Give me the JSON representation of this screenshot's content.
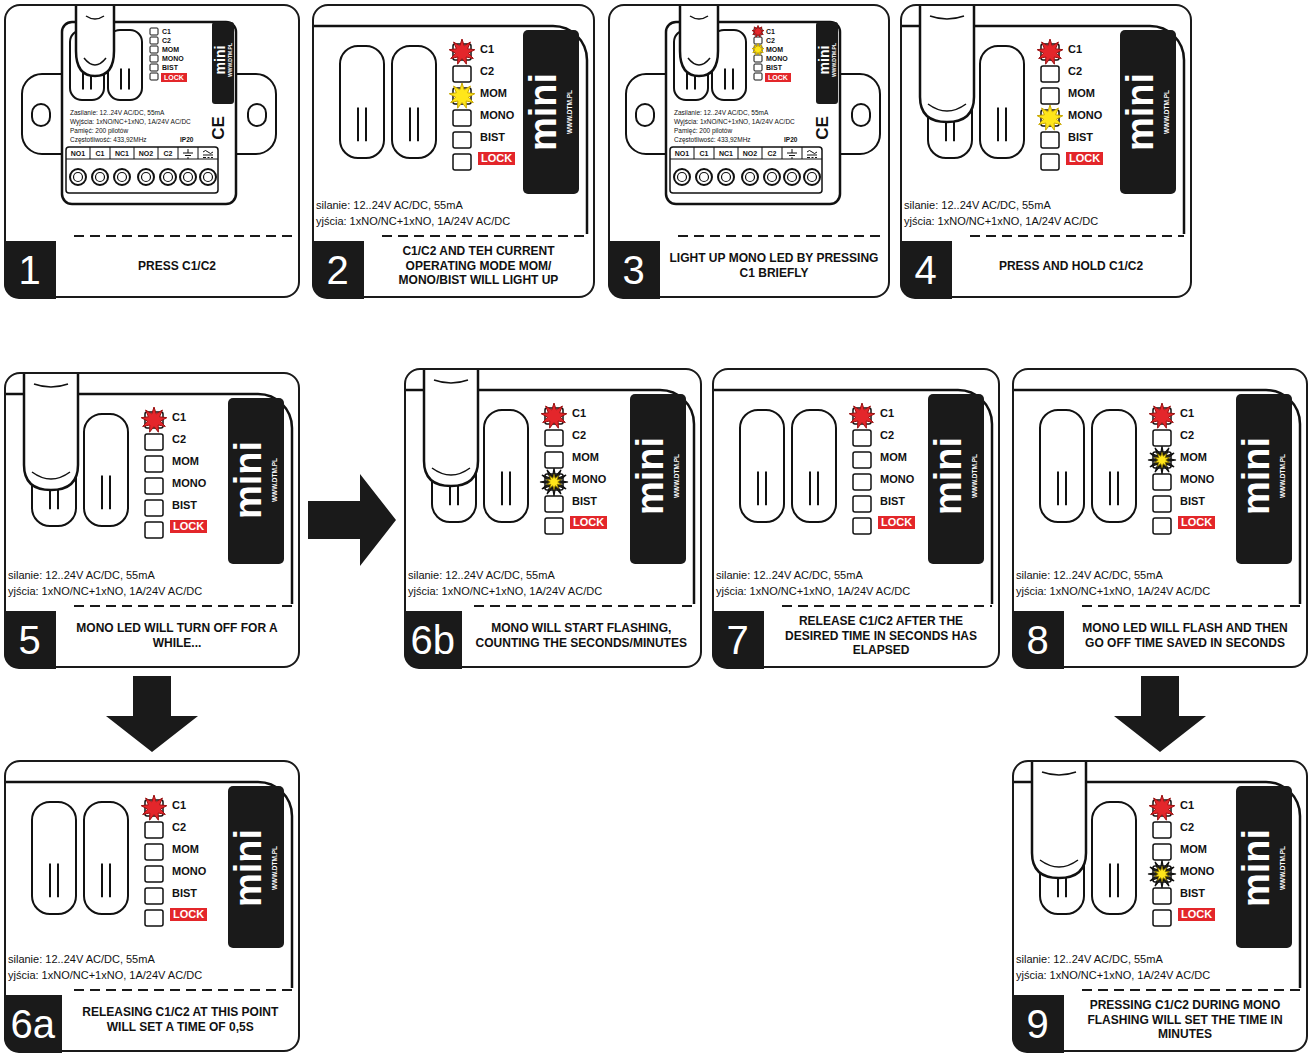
{
  "diagram": {
    "nodes": [
      {
        "text": [
          "1",
          "PRESS C1/C2"
        ]
      },
      {
        "text": [
          "2",
          "C1/C2 AND TEH CURRENT OPERATING MODE MOM/ MONO/BIST WILL LIGHT UP"
        ]
      },
      {
        "text": [
          "3",
          "LIGHT UP MONO LED BY PRESSING C1 BRIEFLY"
        ]
      },
      {
        "text": [
          "4",
          "PRESS AND HOLD C1/C2"
        ]
      },
      {
        "text": [
          "5",
          "MONO LED WILL TURN OFF FOR A WHILE..."
        ]
      },
      {
        "text": [
          "6b",
          "MONO WILL START FLASHING, COUNTING THE SECONDS/MINUTES"
        ]
      },
      {
        "text": [
          "7",
          "RELEASE C1/C2 AFTER THE DESIRED TIME IN SECONDS HAS ELAPSED"
        ]
      },
      {
        "text": [
          "8",
          "MONO LED WILL FLASH AND THEN GO OFF TIME SAVED IN SECONDS"
        ]
      },
      {
        "text": [
          "6a",
          "RELEASING C1/C2 AT THIS POINT WILL SET A TIME OF 0,5S"
        ]
      },
      {
        "text": [
          "9",
          "PRESSING C1/C2 DURING MONO FLASHING WILL SET THE TIME IN MINUTES"
        ]
      }
    ],
    "edges": [
      {
        "from": 4,
        "to": 5,
        "arrow": "to"
      },
      {
        "from": 4,
        "to": 8,
        "arrow": "to"
      },
      {
        "from": 7,
        "to": 9,
        "arrow": "to"
      }
    ],
    "labels": [
      "C1",
      "C2",
      "MOM",
      "MONO",
      "BIST",
      "LOCK",
      "mini",
      "WWW.DTM.PL",
      "Zasilanie: 12..24V AC/DC, 55mA",
      "Wyjścia: 1xNO/NC+1xNO, 1A/24V AC/DC",
      "Pamięć: 200 pilotów",
      "Częstotliwość: 433,92MHz",
      "IP20",
      "NO1",
      "C1",
      "NC1",
      "NO2",
      "C2",
      "CE",
      "C1",
      "C2",
      "MOM",
      "MONO",
      "BIST",
      "LOCK",
      "mini",
      "WWW.DTM.PL",
      "silanie: 12..24V AC/DC, 55mA",
      "yjścia: 1xNO/NC+1xNO, 1A/24V AC/DC",
      "C1",
      "C2",
      "MOM",
      "MONO",
      "BIST",
      "LOCK",
      "mini",
      "WWW.DTM.PL",
      "Zasilanie: 12..24V AC/DC, 55mA",
      "Wyjścia: 1xNO/NC+1xNO, 1A/24V AC/DC",
      "Pamięć: 200 pilotów",
      "Częstotliwość: 433,92MHz",
      "IP20",
      "NO1",
      "C1",
      "NC1",
      "NO2",
      "C2",
      "CE",
      "C1",
      "C2",
      "MOM",
      "MONO",
      "BIST",
      "LOCK",
      "mini",
      "WWW.DTM.PL",
      "silanie: 12..24V AC/DC, 55mA",
      "yjścia: 1xNO/NC+1xNO, 1A/24V AC/DC",
      "C1",
      "C2",
      "MOM",
      "MONO",
      "BIST",
      "LOCK",
      "mini",
      "WWW.DTM.PL",
      "silanie: 12..24V AC/DC, 55mA",
      "yjścia: 1xNO/NC+1xNO, 1A/24V AC/DC",
      "C1",
      "C2",
      "MOM",
      "MONO",
      "BIST",
      "LOCK",
      "mini",
      "WWW.DTM.PL",
      "silanie: 12..24V AC/DC, 55mA",
      "yjścia: 1xNO/NC+1xNO, 1A/24V AC/DC",
      "C1",
      "C2",
      "MOM",
      "MONO",
      "BIST",
      "LOCK",
      "mini",
      "WWW.DTM.PL",
      "silanie: 12..24V AC/DC, 55mA",
      "yjścia: 1xNO/NC+1xNO, 1A/24V AC/DC",
      "C1",
      "C2",
      "MOM",
      "MONO",
      "BIST",
      "LOCK",
      "mini",
      "WWW.DTM.PL",
      "silanie: 12..24V AC/DC, 55mA",
      "yjścia: 1xNO/NC+1xNO, 1A/24V AC/DC",
      "C1",
      "C2",
      "MOM",
      "MONO",
      "BIST",
      "LOCK",
      "mini",
      "WWW.DTM.PL",
      "silanie: 12..24V AC/DC, 55mA",
      "yjścia: 1xNO/NC+1xNO, 1A/24V AC/DC",
      "C1",
      "C2",
      "MOM",
      "MONO",
      "BIST",
      "LOCK",
      "mini",
      "WWW.DTM.PL",
      "silanie: 12..24V AC/DC, 55mA",
      "yjścia: 1xNO/NC+1xNO, 1A/24V AC/DC"
    ]
  }
}
